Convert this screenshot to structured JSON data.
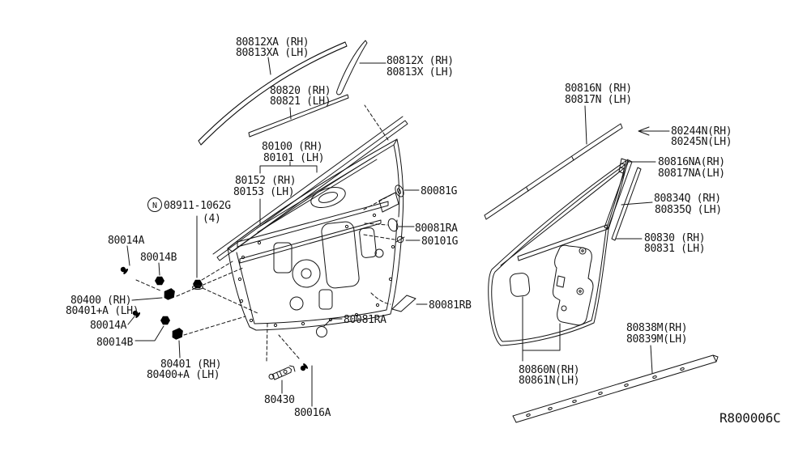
{
  "drawing_code": "R800006C",
  "parts": [
    {
      "id": "glass-run-upper",
      "lines": [
        "80812XA (RH)",
        "80813XA (LH)"
      ]
    },
    {
      "id": "front-sash",
      "lines": [
        "80812X (RH)",
        "80813X (LH)"
      ]
    },
    {
      "id": "belt-molding",
      "lines": [
        "80820 (RH)",
        "80821 (LH)"
      ]
    },
    {
      "id": "door-panel",
      "lines": [
        "80100 (RH)",
        "80101 (LH)"
      ]
    },
    {
      "id": "belt-reinforcement",
      "lines": [
        "80152 (RH)",
        "80153 (LH)"
      ]
    },
    {
      "id": "hinge-nut",
      "symbol": "N",
      "lines": [
        "08911-1062G",
        "(4)"
      ]
    },
    {
      "id": "bolt-upper",
      "lines": [
        "80014A"
      ]
    },
    {
      "id": "nut-upper",
      "lines": [
        "80014B"
      ]
    },
    {
      "id": "hinge-upper",
      "lines": [
        "80400 (RH)",
        "80401+A (LH)"
      ]
    },
    {
      "id": "bolt-lower",
      "lines": [
        "80014A"
      ]
    },
    {
      "id": "nut-lower",
      "lines": [
        "80014B"
      ]
    },
    {
      "id": "hinge-lower",
      "lines": [
        "80401 (RH)",
        "80400+A (LH)"
      ]
    },
    {
      "id": "grommet",
      "lines": [
        "80081G"
      ]
    },
    {
      "id": "plug-side",
      "lines": [
        "80081RA"
      ]
    },
    {
      "id": "screw-grommet",
      "lines": [
        "80101G"
      ]
    },
    {
      "id": "sealing-patch",
      "lines": [
        "80081RB"
      ]
    },
    {
      "id": "plug-bottom",
      "lines": [
        "80081RA"
      ]
    },
    {
      "id": "check-link",
      "lines": [
        "80430"
      ]
    },
    {
      "id": "check-link-bolt",
      "lines": [
        "80016A"
      ]
    },
    {
      "id": "front-molding",
      "lines": [
        "80816N (RH)",
        "80817N (LH)"
      ]
    },
    {
      "id": "molding-clip",
      "lines": [
        "80244N(RH)",
        "80245N(LH)"
      ]
    },
    {
      "id": "molding-end-clip",
      "lines": [
        "80816NA(RH)",
        "80817NA(LH)"
      ]
    },
    {
      "id": "rear-sash",
      "lines": [
        "80834Q (RH)",
        "80835Q (LH)"
      ]
    },
    {
      "id": "weatherstrip",
      "lines": [
        "80830 (RH)",
        "80831 (LH)"
      ]
    },
    {
      "id": "lower-molding",
      "lines": [
        "80838M(RH)",
        "80839M(LH)"
      ]
    },
    {
      "id": "insulator-pads",
      "lines": [
        "80860N(RH)",
        "80861N(LH)"
      ]
    }
  ],
  "colors": {
    "line": "#141414",
    "background": "#ffffff"
  }
}
